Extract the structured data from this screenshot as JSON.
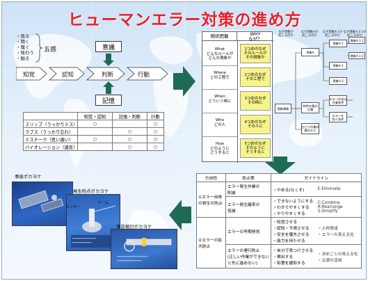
{
  "title": "ヒューマンエラー対策の進め方",
  "senses": [
    "・見る",
    "・聞く",
    "・嗅ぐ",
    "・味わう",
    "・触る"
  ],
  "gokan": "五感",
  "flow": {
    "recognize": "意識",
    "memory": "記憶",
    "steps": [
      "知覚",
      "認知",
      "判断",
      "行動"
    ]
  },
  "error_table": {
    "headers": [
      "",
      "知覚・認知",
      "記憶・判断",
      "行動"
    ],
    "rows": [
      {
        "label": "スリップ（うっかりミス）",
        "marks": [
          "",
          "○",
          "",
          "○"
        ]
      },
      {
        "label": "ラプス（うっかり忘れ）",
        "marks": [
          "",
          "",
          "○",
          "○"
        ]
      },
      {
        "label": "ミステーク（思い違い）",
        "marks": [
          "",
          "○",
          "○",
          "○"
        ]
      },
      {
        "label": "バイオレーション（違反）",
        "marks": [
          "",
          "",
          "○",
          "○"
        ]
      }
    ]
  },
  "why_table": {
    "headers": [
      "現状把握",
      "WHY\nなぜ？"
    ],
    "rows": [
      {
        "q": "What\nどんなルールが\nどんな現象か",
        "a": "1つめのなぜ\nそのルールが\nその現象か"
      },
      {
        "q": "Where\nどの工程で",
        "a": "2つめのなぜ\nその工程で"
      },
      {
        "q": "When\nどういう時に",
        "a": "3つめのなぜ\nその時に"
      },
      {
        "q": "Who\nどの人",
        "a": "4つめのなぜ\nその人に"
      },
      {
        "q": "How\nどのように\nどうすると",
        "a": "5つめのなぜ\nそのように\nそうすると"
      }
    ]
  },
  "tree": {
    "headers": [
      "なぜ現象が\n起こるのか",
      "なぜ現象Aが\n起こるのか",
      "なぜ現象A-1が\n起こるのか",
      "なぜ現象A-1-1が\n起こるのか"
    ],
    "root": "現象事象",
    "l1": [
      "現象A",
      "特性の集計\n分類",
      "ひとり作業の\n観点から"
    ],
    "l2": [
      "現象A-1",
      "現象A-2",
      "現象A-3"
    ],
    "l3": [
      "現象A-1-1",
      "現象A-1-2",
      "エラーのある\n作業条件",
      "エラーを\n防ぐ条件"
    ]
  },
  "guide_table": {
    "headers": [
      "方向性",
      "防止策",
      "ガイドライン"
    ],
    "g1": "①エラー自体の発生の防止",
    "g2": "②エラーの拡大防止",
    "rows": [
      {
        "measure": "エラー発生作業の\n削減",
        "guide": "・やめる(なくす)",
        "note": "E:Eliminate"
      },
      {
        "measure": "エラー発生確率の\n低減",
        "guide": "・できないようにする\n・わかりやすくする\n・やりやすくする",
        "note": "C:Combine\nR:Rearrange\nS:Simplify"
      },
      {
        "measure": "エラーの早期発見",
        "guide": "・知覚させる\n・認知・予測させる\n・安全を優先させる\n・能力を持たせる",
        "note": "・人材育成\n・エラーの見える化"
      },
      {
        "measure": "エラーの連行防止\n(正しい作業ができない\nと先に進めない)",
        "guide": "・自分で見つけさせる\n・検出する\n・影響を緩和する",
        "note": "・決めごとの見える化\n・五感の活用"
      }
    ]
  },
  "photos": {
    "p1": "事後ポカヨケ",
    "p2": "発生時点ポカヨケ",
    "p3": "事前検討ポカヨケ",
    "sensor": "センサー",
    "beam": "ビーム"
  },
  "colors": {
    "title": "#e8202a",
    "arrow": "#1e6a55",
    "highlight": "#f7f48a"
  }
}
